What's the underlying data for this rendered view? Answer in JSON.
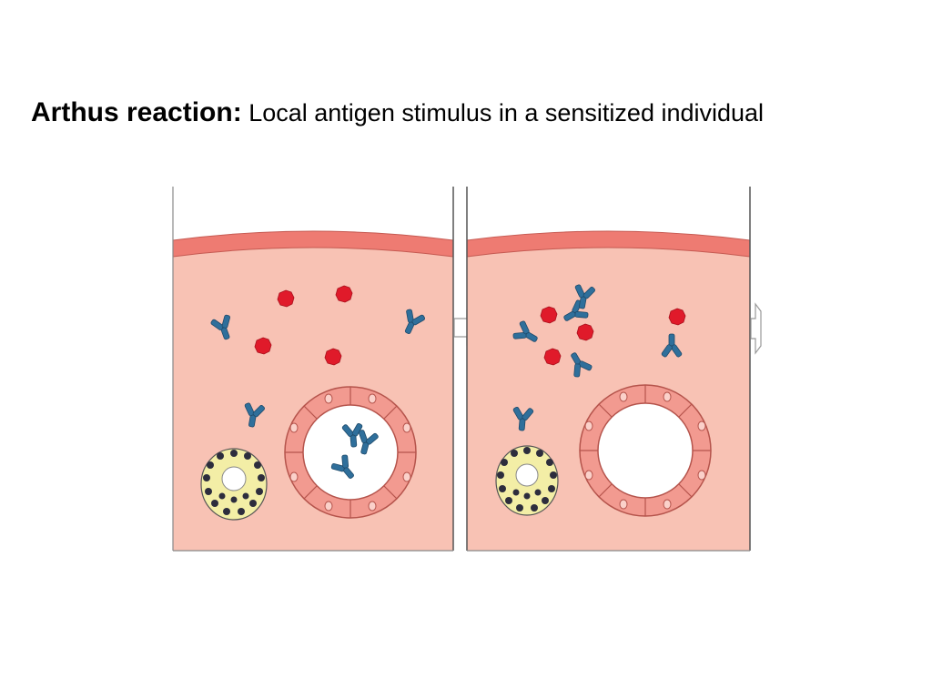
{
  "slide": {
    "title_bold": "Arthus reaction:",
    "title_rest": " Local antigen stimulus in a sensitized individual"
  },
  "colors": {
    "tissue": "#f8c2b4",
    "vessel_wall": "#f29a90",
    "membrane": "#ee7b72",
    "antigen": "#e01a2a",
    "antibody": "#2f6f9b",
    "mast_cell": "#f3eea6",
    "granule": "#2d2d3d",
    "outline": "#333333"
  },
  "diagram": {
    "panels": [
      {
        "state": "before",
        "arrow": true
      },
      {
        "state": "after",
        "arrow": true
      }
    ]
  }
}
